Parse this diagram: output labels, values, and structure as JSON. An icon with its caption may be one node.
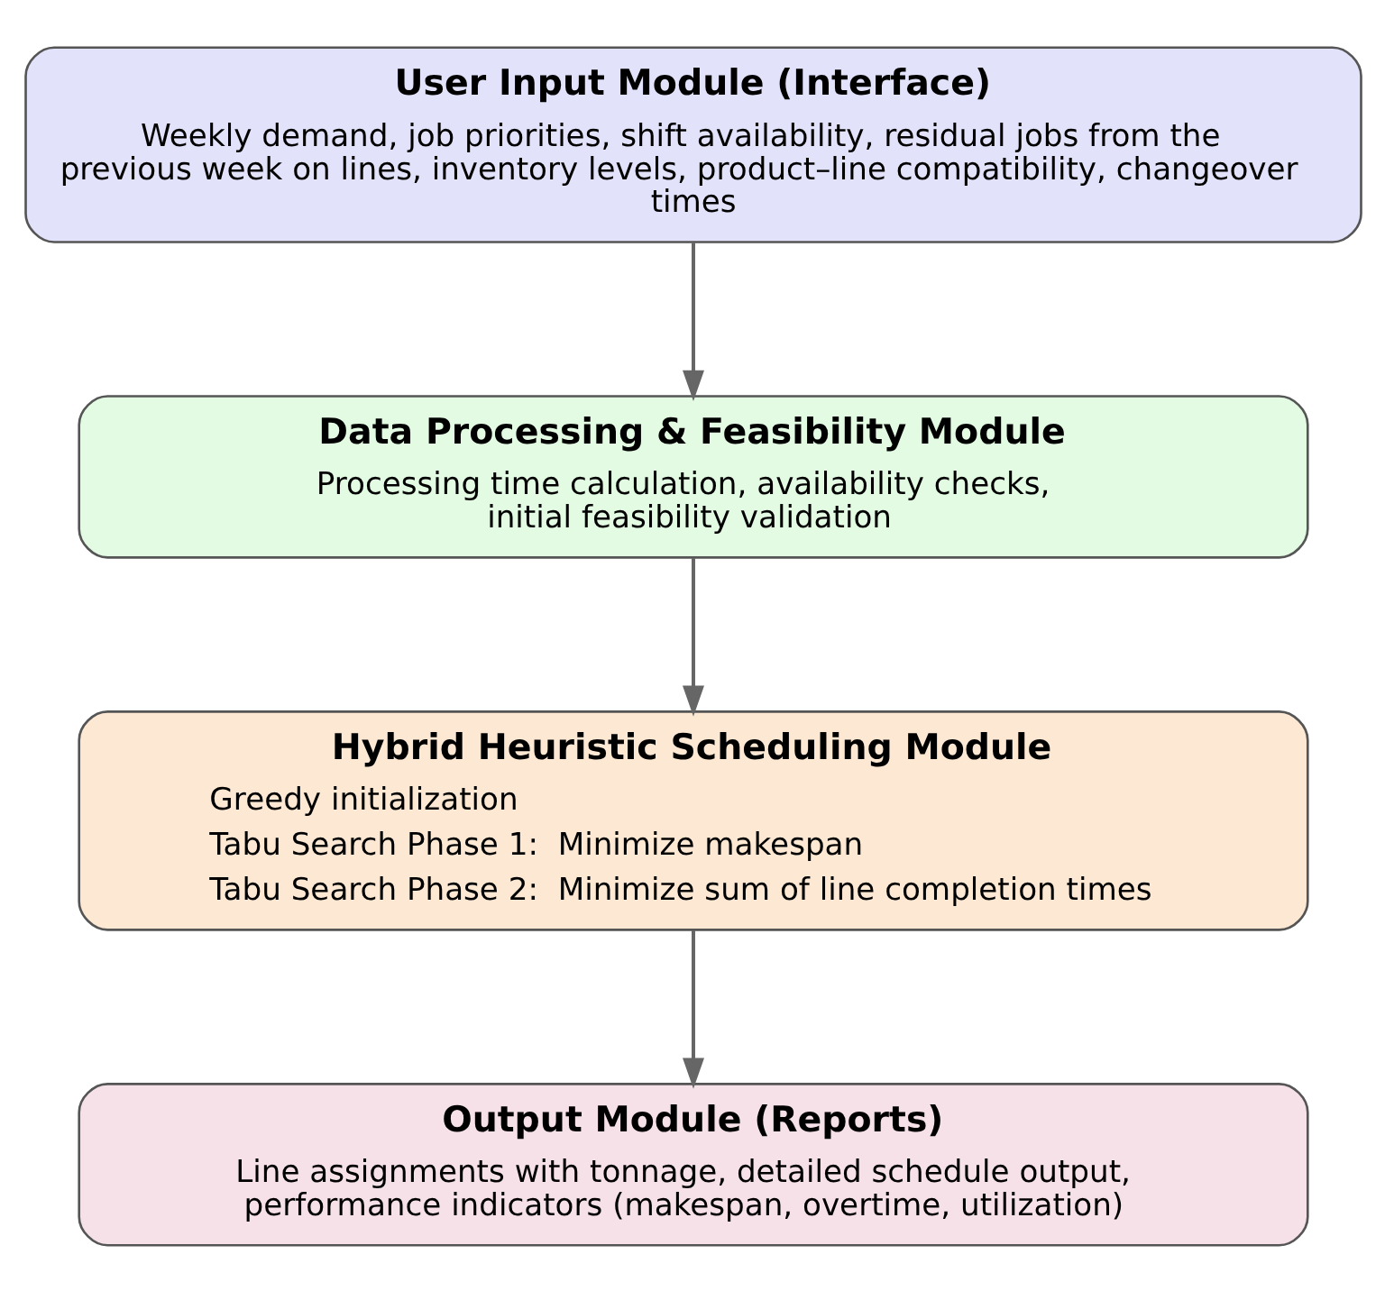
{
  "diagram": {
    "nodes": [
      {
        "text": [
          "User Input Module (Interface)",
          "Weekly demand, job priorities, shift availability, residual jobs from the previous week on lines, inventory levels, product–line compatibility, changeover times"
        ]
      },
      {
        "text": [
          "Data Processing & Feasibility Module",
          "Processing time calculation, availability checks, initial feasibility validation"
        ]
      },
      {
        "text": [
          "Hybrid Heuristic Scheduling Module",
          "Greedy initialization",
          "Tabu Search Phase 1:  Minimize makespan",
          "Tabu Search Phase 2:  Minimize sum of line completion times"
        ]
      },
      {
        "text": [
          "Output Module (Reports)",
          "Line assignments with tonnage, detailed schedule output, performance indicators (makespan, overtime, utilization)"
        ]
      }
    ],
    "edges": [
      {
        "from": 0,
        "to": 1,
        "arrow": "to"
      },
      {
        "from": 1,
        "to": 2,
        "arrow": "to"
      },
      {
        "from": 2,
        "to": 3,
        "arrow": "to"
      }
    ]
  }
}
